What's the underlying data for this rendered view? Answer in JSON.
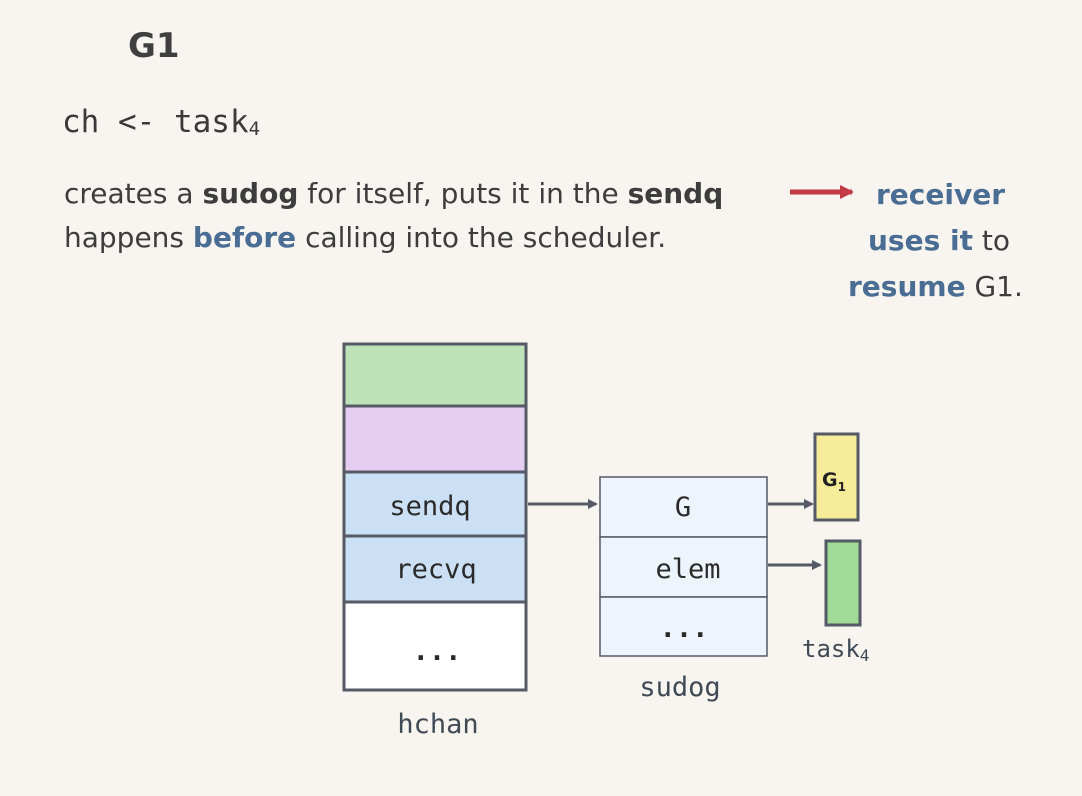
{
  "heading": "G1",
  "code": {
    "text": "ch <- task",
    "subscript": "4"
  },
  "description": {
    "line1_a": "creates a ",
    "line1_b": "sudog",
    "line1_c": " for itself, puts it in the ",
    "line1_d": "sendq",
    "line2_a": "happens ",
    "line2_b": "before",
    "line2_c": " calling into the scheduler."
  },
  "receiver_note": {
    "l1": "receiver",
    "l2_a": "uses it",
    "l2_b": " to",
    "l3_a": "resume",
    "l3_b": " G1."
  },
  "diagram": {
    "hchan": {
      "caption": "hchan",
      "fields": [
        "",
        "",
        "sendq",
        "recvq",
        "..."
      ],
      "colors": [
        "#bfe3b8",
        "#e6cef3",
        "#cbe0f4",
        "#cbe0f4",
        "#ffffff"
      ]
    },
    "sudog": {
      "caption": "sudog",
      "fields": [
        "G",
        "elem",
        "..."
      ],
      "color": "#eef4fb"
    },
    "g1_box": {
      "label": "G",
      "subscript": "1",
      "color": "#f6ec99"
    },
    "task_box": {
      "caption": "task",
      "subscript": "4",
      "color": "#a0dc97"
    },
    "colors": {
      "border": "#555a66",
      "arrow": "#555a66",
      "red_arrow": "#c23a45",
      "highlight_text": "#4a6d94"
    }
  }
}
